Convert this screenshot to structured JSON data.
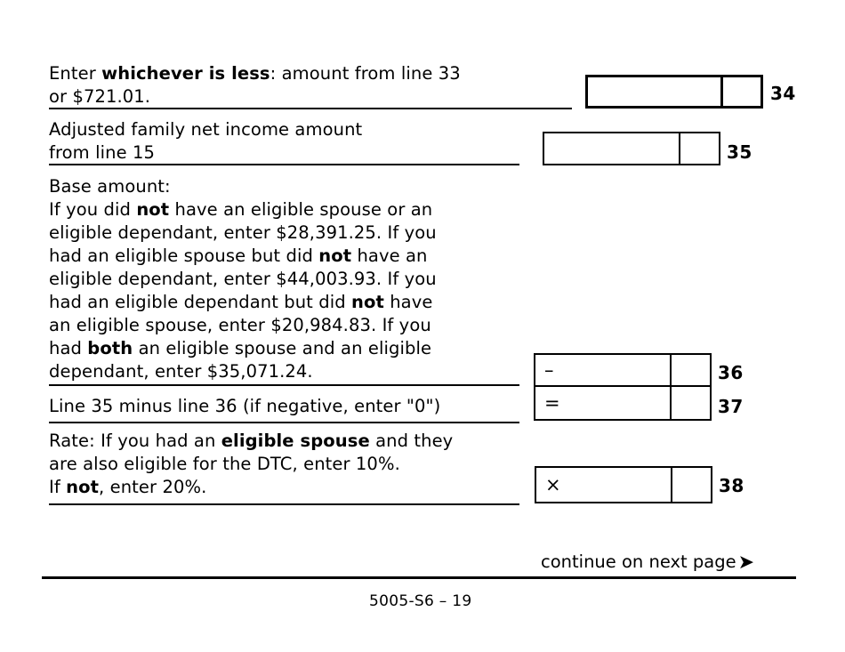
{
  "document": {
    "form_number": "5005-S6 – 19",
    "continue_label": "continue on next page",
    "continue_arrow": "arrow-right-icon"
  },
  "lines": [
    {
      "number": "34",
      "text_html": "Enter <b>whichever is less</b>: amount from line 33\nor $721.01.",
      "text_plain": "Enter whichever is less: amount from line 33 or $721.01.",
      "operator": "",
      "value": "",
      "cents": ""
    },
    {
      "number": "35",
      "text_html": "Adjusted family net income amount\nfrom line 15",
      "text_plain": "Adjusted family net income amount from line 15",
      "operator": "",
      "value": "",
      "cents": ""
    },
    {
      "number": "36",
      "text_html": "Base amount:\nIf you did <b>not</b> have an eligible spouse or an\neligible dependant, enter $28,391.25. If you\nhad an eligible spouse but did <b>not</b> have an\neligible dependant, enter $44,003.93. If you\nhad an eligible dependant but did <b>not</b> have\nan eligible spouse, enter $20,984.83. If you\nhad <b>both</b> an eligible spouse and an eligible\ndependant, enter $35,071.24.",
      "text_plain": "Base amount: If you did not have an eligible spouse or an eligible dependant, enter $28,391.25. If you had an eligible spouse but did not have an eligible dependant, enter $44,003.93. If you had an eligible dependant but did not have an eligible spouse, enter $20,984.83. If you had both an eligible spouse and an eligible dependant, enter $35,071.24.",
      "operator": "–",
      "value": "",
      "cents": ""
    },
    {
      "number": "37",
      "text_html": "Line 35 minus line 36 (if negative, enter \"0\")",
      "text_plain": "Line 35 minus line 36 (if negative, enter \"0\")",
      "operator": "=",
      "value": "",
      "cents": ""
    },
    {
      "number": "38",
      "text_html": "Rate: If you had an <b>eligible spouse</b> and they\nare also eligible for the DTC, enter 10%.\nIf <b>not</b>, enter 20%.",
      "text_plain": "Rate: If you had an eligible spouse and they are also eligible for the DTC, enter 10%. If not, enter 20%.",
      "operator": "×",
      "value": "",
      "cents": ""
    }
  ],
  "amounts_mentioned": {
    "line34_limit": "$721.01",
    "base_no_spouse_no_dependant": "$28,391.25",
    "base_spouse_no_dependant": "$44,003.93",
    "base_dependant_no_spouse": "$20,984.83",
    "base_both": "$35,071.24",
    "rate_with_dtc_spouse": "10%",
    "rate_otherwise": "20%"
  },
  "colors": {
    "ink": "#000000",
    "paper": "#ffffff"
  }
}
